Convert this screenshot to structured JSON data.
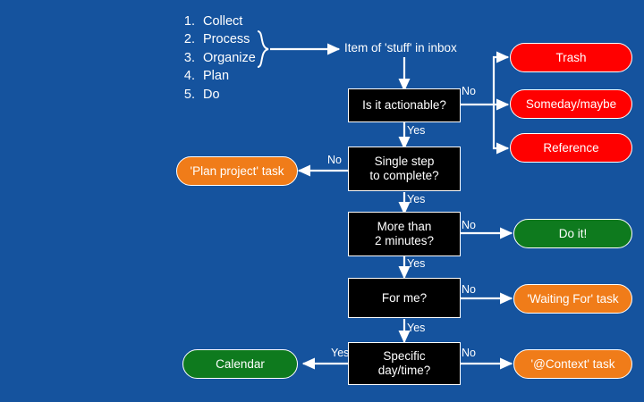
{
  "background_color": "#15539E",
  "steps": {
    "name": "gtd-steps-list",
    "items": [
      {
        "num": "1.",
        "label": "Collect"
      },
      {
        "num": "2.",
        "label": "Process"
      },
      {
        "num": "3.",
        "label": "Organize"
      },
      {
        "num": "4.",
        "label": "Plan"
      },
      {
        "num": "5.",
        "label": "Do"
      }
    ]
  },
  "nodes": {
    "inbox": {
      "label": "Item of 'stuff' in inbox",
      "shape": "plain-text",
      "color": "#ffffff"
    },
    "actionable": {
      "label": "Is it actionable?",
      "shape": "box",
      "color": "#000000"
    },
    "trash": {
      "label": "Trash",
      "shape": "pill",
      "color": "#FF0000"
    },
    "someday": {
      "label": "Someday/maybe",
      "shape": "pill",
      "color": "#FF0000"
    },
    "reference": {
      "label": "Reference",
      "shape": "pill",
      "color": "#FF0000"
    },
    "single_step": {
      "line1": "Single step",
      "line2": "to complete?",
      "shape": "box",
      "color": "#000000"
    },
    "plan_project": {
      "label": "'Plan project' task",
      "shape": "pill",
      "color": "#F07C19"
    },
    "more_than": {
      "line1": "More than",
      "line2": "2 minutes?",
      "shape": "box",
      "color": "#000000"
    },
    "do_it": {
      "label": "Do it!",
      "shape": "pill",
      "color": "#0E7A1E"
    },
    "for_me": {
      "label": "For me?",
      "shape": "box",
      "color": "#000000"
    },
    "waiting_for": {
      "label": "'Waiting For' task",
      "shape": "pill",
      "color": "#F07C19"
    },
    "specific_day": {
      "line1": "Specific",
      "line2": "day/time?",
      "shape": "box",
      "color": "#000000"
    },
    "calendar": {
      "label": "Calendar",
      "shape": "pill",
      "color": "#0E7A1E"
    },
    "context": {
      "label": "'@Context' task",
      "shape": "pill",
      "color": "#F07C19"
    }
  },
  "edge_labels": {
    "actionable_no": "No",
    "actionable_yes": "Yes",
    "single_step_no": "No",
    "single_step_yes": "Yes",
    "more_than_no": "No",
    "more_than_yes": "Yes",
    "for_me_no": "No",
    "for_me_yes": "Yes",
    "specific_day_no": "No",
    "specific_day_yes": "Yes"
  }
}
